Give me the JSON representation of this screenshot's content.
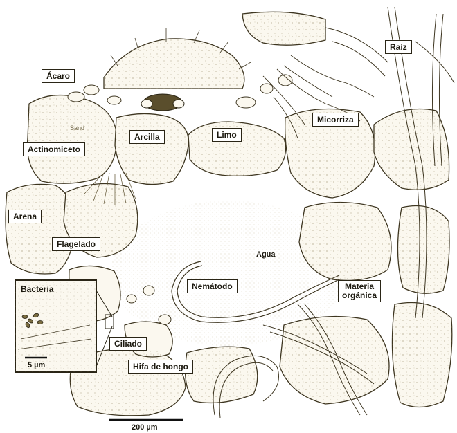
{
  "labels": {
    "acaro": "Ácaro",
    "actinomiceto": "Actinomiceto",
    "arcilla": "Arcilla",
    "limo": "Limo",
    "micorriza": "Micorriza",
    "raiz": "Raíz",
    "arena": "Arena",
    "flagelado": "Flagelado",
    "agua": "Agua",
    "nematodo": "Nemátodo",
    "materia_1": "Materia",
    "materia_2": "orgánica",
    "bacteria": "Bacteria",
    "ciliado": "Ciliado",
    "hifa": "Hifa de hongo",
    "sand": "Sand"
  },
  "scale_bars": {
    "inset": "5 µm",
    "main": "200 µm"
  },
  "colors": {
    "ink": "#3d3520",
    "grain_fill": "#fbf8ef",
    "texture": "#8a7d55"
  }
}
